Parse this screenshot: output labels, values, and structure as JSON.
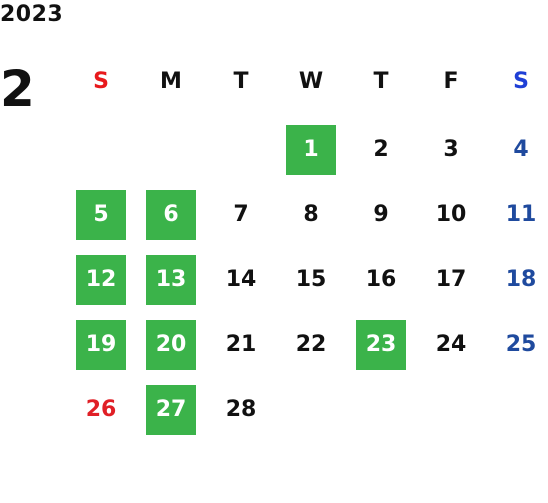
{
  "calendar": {
    "year": "2023",
    "month": "2",
    "weekdays": [
      "S",
      "M",
      "T",
      "W",
      "T",
      "F",
      "S"
    ],
    "colors": {
      "sunday_header": "#e8191c",
      "saturday_header": "#1f3fd6",
      "weekday_header": "#111111",
      "holiday_text": "#e01f26",
      "saturday_text": "#1f4a9e",
      "normal_text": "#111111",
      "highlight_bg": "#3bb34a",
      "highlight_text": "#ffffff"
    },
    "first_weekday_index": 3,
    "days": [
      {
        "label": "1",
        "highlighted": true,
        "kind": "normal"
      },
      {
        "label": "2",
        "highlighted": false,
        "kind": "normal"
      },
      {
        "label": "3",
        "highlighted": false,
        "kind": "normal"
      },
      {
        "label": "4",
        "highlighted": false,
        "kind": "saturday"
      },
      {
        "label": "5",
        "highlighted": true,
        "kind": "normal"
      },
      {
        "label": "6",
        "highlighted": true,
        "kind": "normal"
      },
      {
        "label": "7",
        "highlighted": false,
        "kind": "normal"
      },
      {
        "label": "8",
        "highlighted": false,
        "kind": "normal"
      },
      {
        "label": "9",
        "highlighted": false,
        "kind": "normal"
      },
      {
        "label": "10",
        "highlighted": false,
        "kind": "normal"
      },
      {
        "label": "11",
        "highlighted": false,
        "kind": "saturday"
      },
      {
        "label": "12",
        "highlighted": true,
        "kind": "normal"
      },
      {
        "label": "13",
        "highlighted": true,
        "kind": "normal"
      },
      {
        "label": "14",
        "highlighted": false,
        "kind": "normal"
      },
      {
        "label": "15",
        "highlighted": false,
        "kind": "normal"
      },
      {
        "label": "16",
        "highlighted": false,
        "kind": "normal"
      },
      {
        "label": "17",
        "highlighted": false,
        "kind": "normal"
      },
      {
        "label": "18",
        "highlighted": false,
        "kind": "saturday"
      },
      {
        "label": "19",
        "highlighted": true,
        "kind": "normal"
      },
      {
        "label": "20",
        "highlighted": true,
        "kind": "normal"
      },
      {
        "label": "21",
        "highlighted": false,
        "kind": "normal"
      },
      {
        "label": "22",
        "highlighted": false,
        "kind": "normal"
      },
      {
        "label": "23",
        "highlighted": true,
        "kind": "normal"
      },
      {
        "label": "24",
        "highlighted": false,
        "kind": "normal"
      },
      {
        "label": "25",
        "highlighted": false,
        "kind": "saturday"
      },
      {
        "label": "26",
        "highlighted": false,
        "kind": "holiday"
      },
      {
        "label": "27",
        "highlighted": true,
        "kind": "normal"
      },
      {
        "label": "28",
        "highlighted": false,
        "kind": "normal"
      }
    ]
  }
}
